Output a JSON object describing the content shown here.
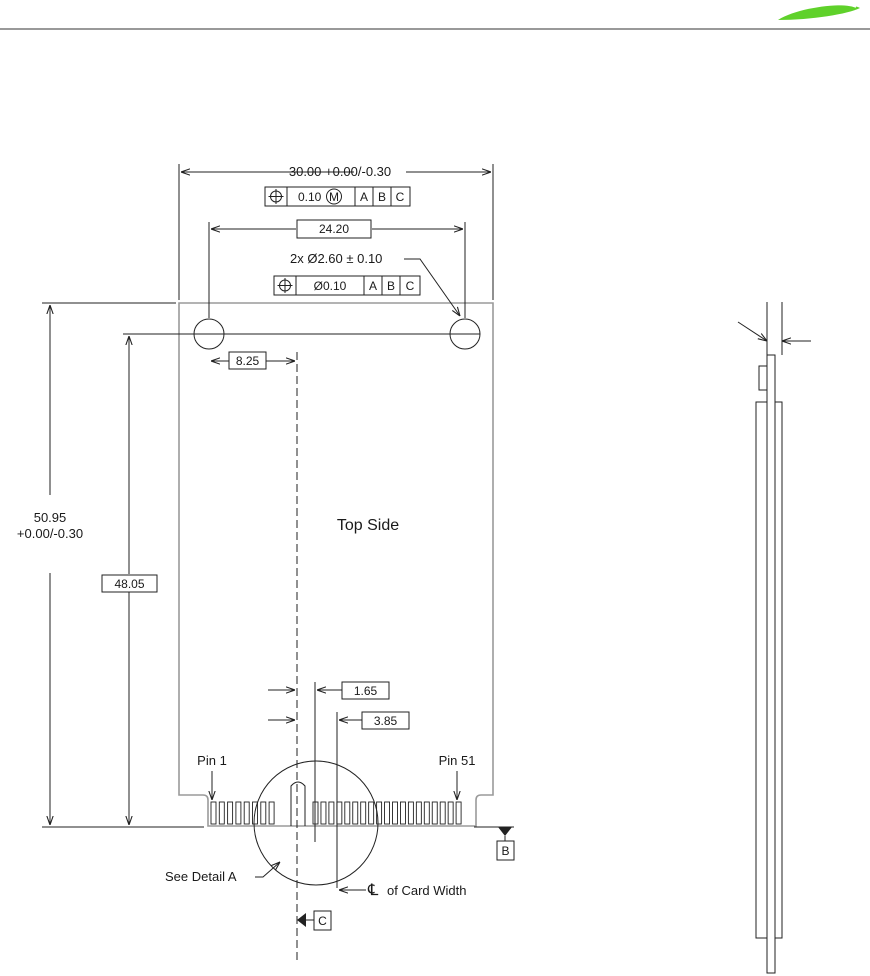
{
  "header": {
    "logo_icon": "swoosh-logo-icon",
    "logo_color": "#5fd12a"
  },
  "dimensions": {
    "overall_width": "30.00 +0.00/-0.30",
    "hole_spacing": "24.20",
    "hole_callout": "2x Ø2.60 ± 0.10",
    "hole_to_center": "8.25",
    "overall_height_line1": "50.95",
    "overall_height_line2": "+0.00/-0.30",
    "hole_to_bottom": "48.05",
    "notch_offset_1": "1.65",
    "notch_offset_2": "3.85"
  },
  "fcf_top": {
    "symbol": "⌖",
    "tolerance": "0.10",
    "modifier": "M",
    "datums": [
      "A",
      "B",
      "C"
    ]
  },
  "fcf_holes": {
    "symbol": "⌖",
    "tolerance": "Ø0.10",
    "datums": [
      "A",
      "B",
      "C"
    ]
  },
  "labels": {
    "top_side": "Top Side",
    "pin_1": "Pin 1",
    "pin_51": "Pin 51",
    "see_detail": "See Detail A",
    "centerline_symbol": "℄",
    "centerline_text": "of Card Width",
    "datum_b": "B",
    "datum_c": "C"
  }
}
